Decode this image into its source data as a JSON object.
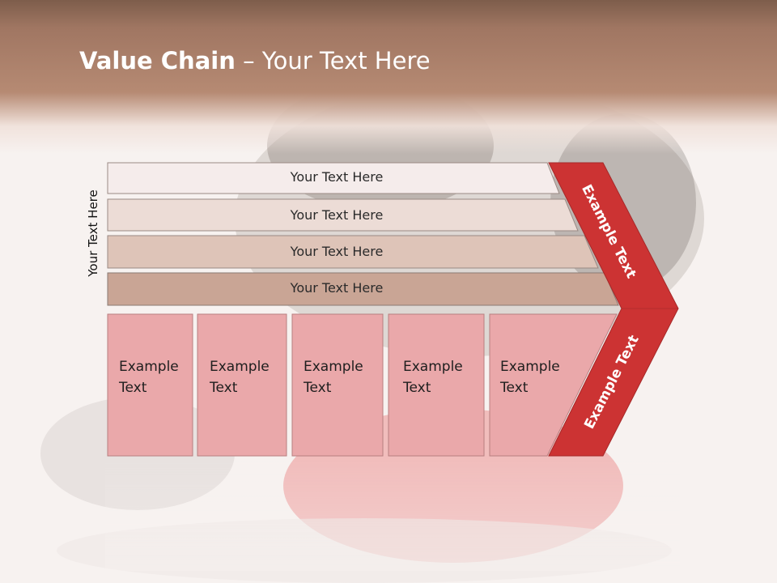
{
  "title": {
    "bold": "Value Chain",
    "rest": " – Your Text Here"
  },
  "side_label": "Your Text Here",
  "bars": [
    {
      "label": "Your Text Here",
      "color": "#f5eceb"
    },
    {
      "label": "Your Text Here",
      "color": "#ecdcd6"
    },
    {
      "label": "Your Text Here",
      "color": "#dec4b8"
    },
    {
      "label": "Your Text Here",
      "color": "#c9a595"
    }
  ],
  "columns": [
    {
      "line1": "Example",
      "line2": "Text"
    },
    {
      "line1": "Example",
      "line2": "Text"
    },
    {
      "line1": "Example",
      "line2": "Text"
    },
    {
      "line1": "Example",
      "line2": "Text"
    },
    {
      "line1": "Example",
      "line2": "Text"
    }
  ],
  "arrow": {
    "upper_text": "Example Text",
    "lower_text": "Example Text",
    "color": "#cc3333"
  },
  "colors": {
    "column_fill": "#eaa8aa",
    "header": "#a57a65"
  }
}
